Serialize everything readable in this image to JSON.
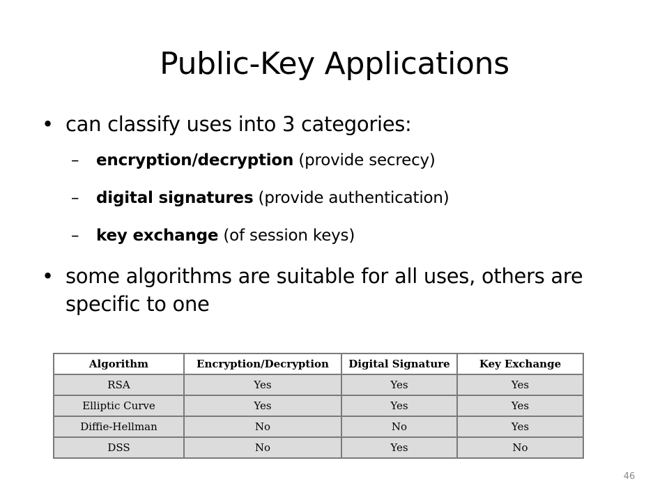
{
  "title": "Public-Key Applications",
  "bullet_marker": "•",
  "dash_marker": "–",
  "bullets": [
    {
      "text": "can classify uses into 3 categories:"
    },
    {
      "text": "some algorithms are suitable for all uses, others are specific to one"
    }
  ],
  "sub_items": [
    {
      "bold": "encryption/decryption",
      "rest": " (provide secrecy)"
    },
    {
      "bold": "digital signatures",
      "rest": " (provide authentication)"
    },
    {
      "bold": "key exchange",
      "rest": " (of session keys)"
    }
  ],
  "table": {
    "headers": [
      "Algorithm",
      "Encryption/Decryption",
      "Digital Signature",
      "Key Exchange"
    ],
    "rows": [
      [
        "RSA",
        "Yes",
        "Yes",
        "Yes"
      ],
      [
        "Elliptic Curve",
        "Yes",
        "Yes",
        "Yes"
      ],
      [
        "Diffie-Hellman",
        "No",
        "No",
        "Yes"
      ],
      [
        "DSS",
        "No",
        "Yes",
        "No"
      ]
    ]
  },
  "page_number": "46"
}
